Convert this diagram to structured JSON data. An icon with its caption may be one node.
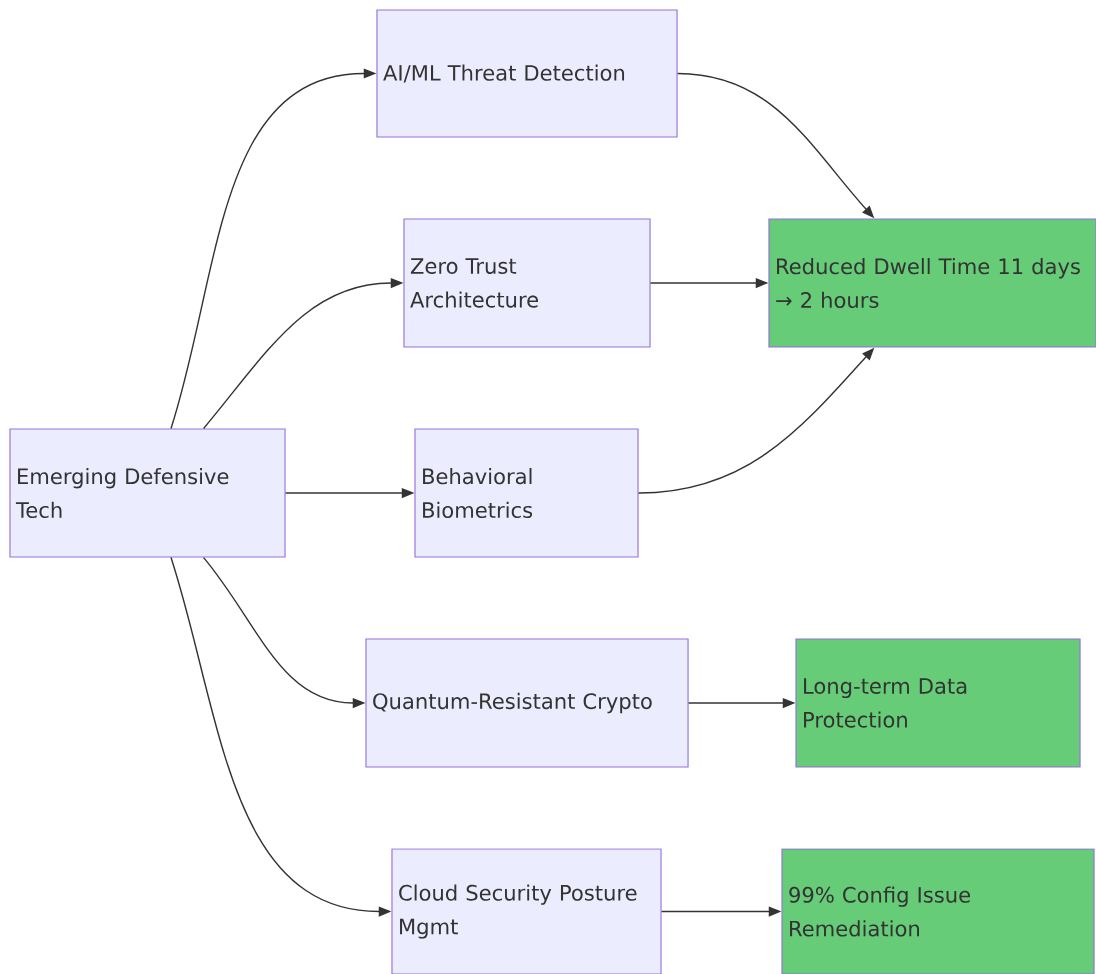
{
  "diagram": {
    "nodes": [
      {
        "text": [
          "Emerging Defensive Tech"
        ]
      },
      {
        "text": [
          "AI/ML Threat Detection"
        ]
      },
      {
        "text": [
          "Zero Trust Architecture"
        ]
      },
      {
        "text": [
          "Behavioral Biometrics"
        ]
      },
      {
        "text": [
          "Quantum-Resistant Crypto"
        ]
      },
      {
        "text": [
          "Cloud Security Posture Mgmt"
        ]
      },
      {
        "text": [
          "Reduced Dwell Time 11 days → 2 hours"
        ]
      },
      {
        "text": [
          "Long-term Data Protection"
        ]
      },
      {
        "text": [
          "99% Config Issue Remediation"
        ]
      }
    ],
    "edges": [
      {
        "from": 0,
        "to": 1,
        "arrow": "to"
      },
      {
        "from": 0,
        "to": 2,
        "arrow": "to"
      },
      {
        "from": 0,
        "to": 3,
        "arrow": "to"
      },
      {
        "from": 0,
        "to": 4,
        "arrow": "to"
      },
      {
        "from": 0,
        "to": 5,
        "arrow": "to"
      },
      {
        "from": 1,
        "to": 6,
        "arrow": "to"
      },
      {
        "from": 2,
        "to": 6,
        "arrow": "to"
      },
      {
        "from": 3,
        "to": 6,
        "arrow": "to"
      },
      {
        "from": 4,
        "to": 7,
        "arrow": "to"
      },
      {
        "from": 5,
        "to": 8,
        "arrow": "to"
      }
    ]
  }
}
